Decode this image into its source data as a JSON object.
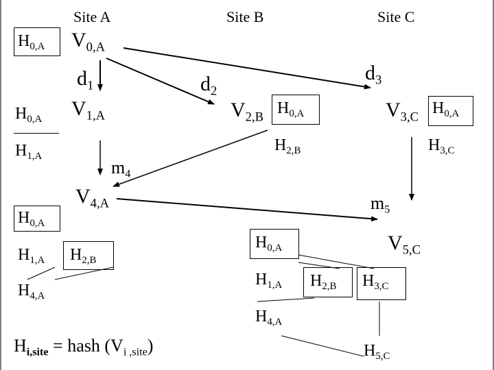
{
  "sites": {
    "a": "Site A",
    "b": "Site B",
    "c": "Site C"
  },
  "site_a": {
    "h0_top": {
      "base": "H",
      "sub": "0,A"
    },
    "v0": {
      "base": "V",
      "sub": "0,A"
    },
    "d1": {
      "base": "d",
      "sub": "1"
    },
    "h0_mid": {
      "base": "H",
      "sub": "0,A"
    },
    "v1": {
      "base": "V",
      "sub": "1,A"
    },
    "h1_mid": {
      "base": "H",
      "sub": "1,A"
    },
    "m4": {
      "base": "m",
      "sub": "4"
    },
    "v4": {
      "base": "V",
      "sub": "4,A"
    },
    "h0_low": {
      "base": "H",
      "sub": "0,A"
    },
    "h1_low": {
      "base": "H",
      "sub": "1,A"
    },
    "h2b_low": {
      "base": "H",
      "sub": "2,B"
    },
    "h4_low": {
      "base": "H",
      "sub": "4,A"
    }
  },
  "site_b": {
    "d2": {
      "base": "d",
      "sub": "2"
    },
    "v2": {
      "base": "V",
      "sub": "2,B"
    },
    "h0": {
      "base": "H",
      "sub": "0,A"
    },
    "h2": {
      "base": "H",
      "sub": "2,B"
    }
  },
  "site_c": {
    "d3": {
      "base": "d",
      "sub": "3"
    },
    "v3": {
      "base": "V",
      "sub": "3,C"
    },
    "h0": {
      "base": "H",
      "sub": "0,A"
    },
    "h3": {
      "base": "H",
      "sub": "3,C"
    },
    "m5": {
      "base": "m",
      "sub": "5"
    },
    "v5": {
      "base": "V",
      "sub": "5,C"
    },
    "tree_h0": {
      "base": "H",
      "sub": "0,A"
    },
    "tree_h1": {
      "base": "H",
      "sub": "1,A"
    },
    "tree_h2b": {
      "base": "H",
      "sub": "2,B"
    },
    "tree_h3": {
      "base": "H",
      "sub": "3,C"
    },
    "tree_h4": {
      "base": "H",
      "sub": "4,A"
    },
    "tree_h5": {
      "base": "H",
      "sub": "5,C"
    }
  },
  "formula": {
    "lhs_base": "H",
    "lhs_sub": "i,site",
    "eq": " = hash (V",
    "arg_sub": "i ,site",
    "close": ")"
  },
  "colors": {
    "ink": "#000000",
    "background": "#ffffff"
  }
}
